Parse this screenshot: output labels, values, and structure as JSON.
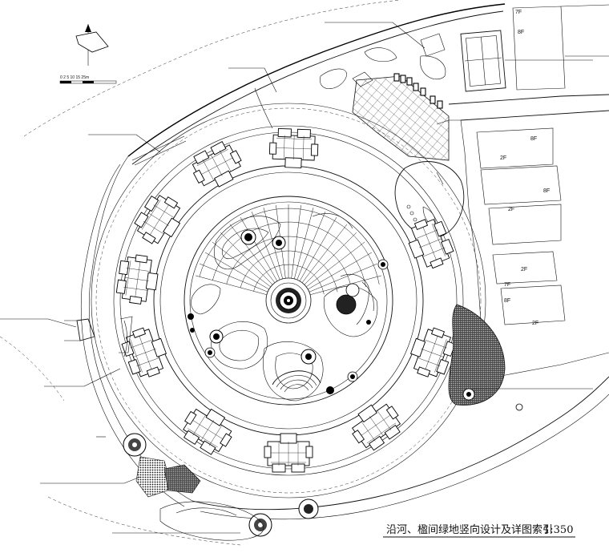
{
  "title": "沿河、楹间绿地竖向设计及详图索引",
  "scale": "1:350",
  "floor_labels": [
    "7F",
    "8F",
    "2F",
    "8F",
    "8F",
    "2F",
    "2F",
    "7F",
    "8F",
    "2F"
  ],
  "scalebar_label": "0 2 5 10 15 25m"
}
